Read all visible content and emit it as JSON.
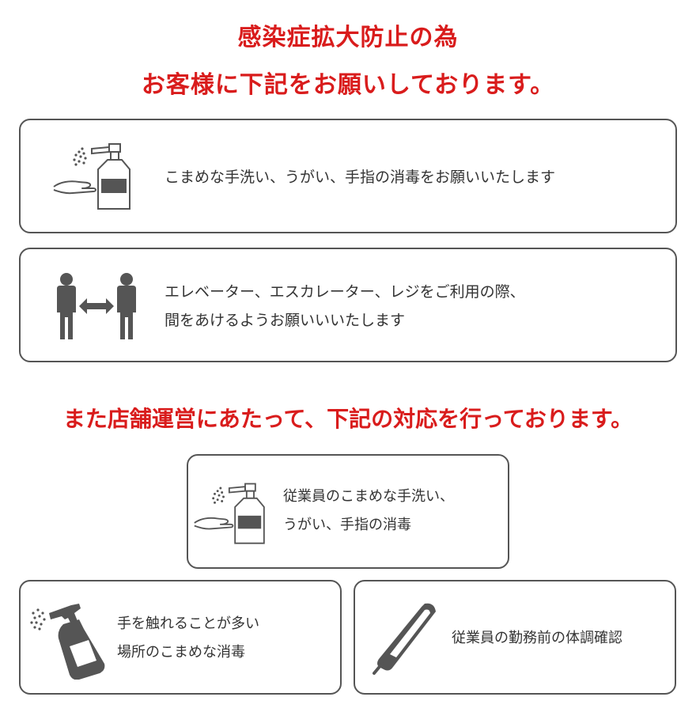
{
  "headings": {
    "line1": "感染症拡大防止の為",
    "line2": "お客様に下記をお願いしております。",
    "line3": "また店舗運営にあたって、下記の対応を行っております。"
  },
  "customer_requests": [
    {
      "icon": "hand-sanitizer-icon",
      "lines": [
        "こまめな手洗い、うがい、手指の消毒をお願いいたします"
      ]
    },
    {
      "icon": "social-distance-icon",
      "lines": [
        "エレベーター、エスカレーター、レジをご利用の際、",
        "間をあけるようお願いいいたします"
      ]
    }
  ],
  "store_measures": [
    {
      "icon": "hand-sanitizer-icon",
      "lines": [
        "従業員のこまめな手洗い、",
        "うがい、手指の消毒"
      ]
    },
    {
      "icon": "spray-bottle-icon",
      "lines": [
        "手を触れることが多い",
        "場所のこまめな消毒"
      ]
    },
    {
      "icon": "thermometer-icon",
      "lines": [
        "従業員の勤務前の体調確認"
      ]
    }
  ],
  "colors": {
    "accent": "#d91c1c",
    "text": "#333333",
    "border": "#555555",
    "icon": "#555555"
  }
}
